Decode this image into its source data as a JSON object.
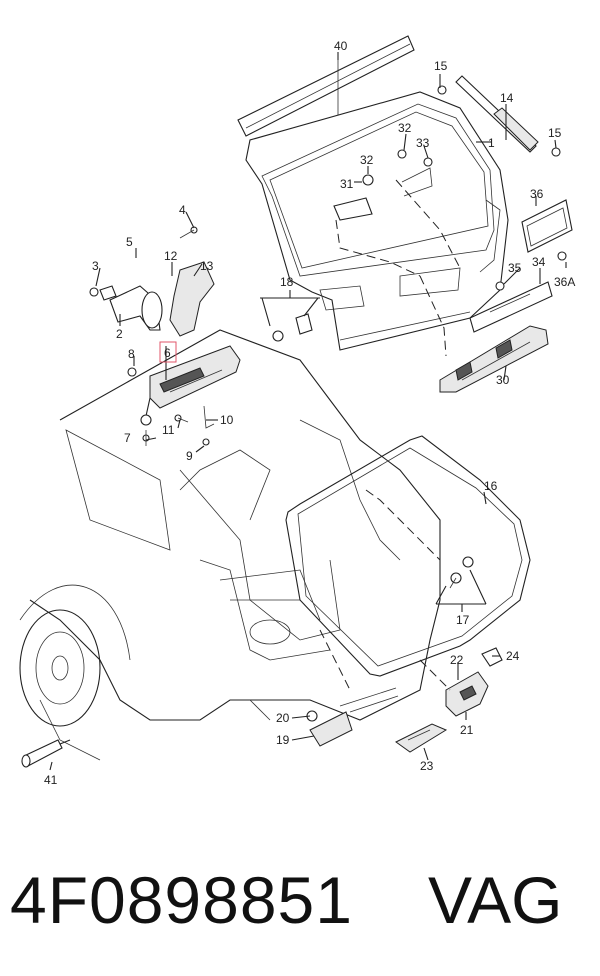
{
  "callouts": {
    "c1": "1",
    "c2": "2",
    "c3": "3",
    "c4": "4",
    "c5": "5",
    "c6": "6",
    "c7": "7",
    "c8": "8",
    "c9": "9",
    "c10": "10",
    "c11": "11",
    "c12": "12",
    "c13": "13",
    "c14": "14",
    "c15a": "15",
    "c15b": "15",
    "c16": "16",
    "c17": "17",
    "c18": "18",
    "c19": "19",
    "c20": "20",
    "c21": "21",
    "c22": "22",
    "c23": "23",
    "c24": "24",
    "c30": "30",
    "c31": "31",
    "c32a": "32",
    "c32b": "32",
    "c33": "33",
    "c34": "34",
    "c35": "35",
    "c36": "36",
    "c36a": "36A",
    "c40": "40",
    "c41": "41"
  },
  "highlighted_callout": "6",
  "colors": {
    "highlight": "#e0566a",
    "ink": "#222222"
  },
  "footer": {
    "part_number": "4F0898851",
    "brand": "VAG"
  }
}
